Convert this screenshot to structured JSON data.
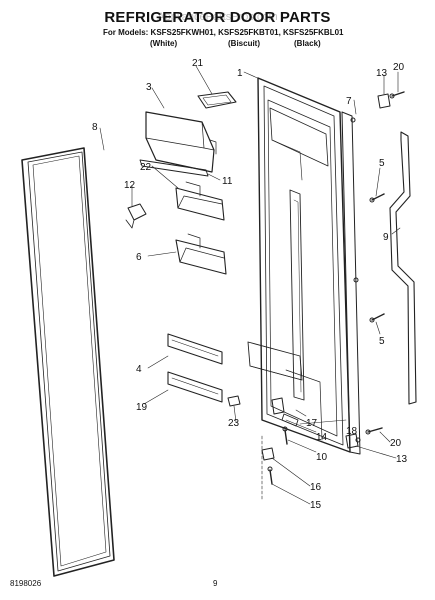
{
  "watermark": "AppliancePartsPros.com",
  "header": {
    "title": "REFRIGERATOR DOOR PARTS",
    "models_label": "For Models: KSFS25FKWH01, KSFS25FKBT01, KSFS25FKBL01",
    "variants": [
      "(White)",
      "(Biscuit)",
      "(Black)"
    ]
  },
  "callouts": [
    "1",
    "3",
    "4",
    "5",
    "5",
    "6",
    "7",
    "8",
    "9",
    "10",
    "11",
    "12",
    "13",
    "13",
    "14",
    "15",
    "16",
    "17",
    "18",
    "19",
    "20",
    "20",
    "21",
    "22",
    "23"
  ],
  "footer": {
    "doc_number": "8198026",
    "page_number": "9"
  }
}
